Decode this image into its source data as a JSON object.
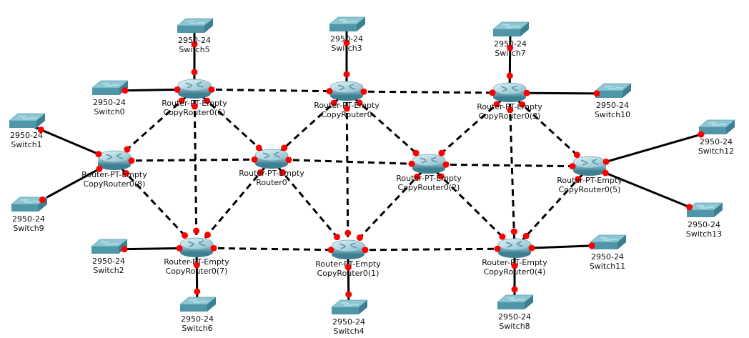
{
  "colors": {
    "link": "#000000",
    "port_dot": "#ff0000",
    "switch_top": "#8ec7d3",
    "switch_front": "#4f97a8",
    "router_body": "#7fb6c6"
  },
  "nodes": [
    {
      "id": "switch5",
      "type": "switch",
      "model": "2950-24",
      "name": "Switch5",
      "icon": "switch-icon"
    },
    {
      "id": "switch3",
      "type": "switch",
      "model": "2950-24",
      "name": "Switch3",
      "icon": "switch-icon"
    },
    {
      "id": "switch7",
      "type": "switch",
      "model": "2950-24",
      "name": "Switch7",
      "icon": "switch-icon"
    },
    {
      "id": "switch0",
      "type": "switch",
      "model": "2950-24",
      "name": "Switch0",
      "icon": "switch-icon"
    },
    {
      "id": "switch10",
      "type": "switch",
      "model": "2950-24",
      "name": "Switch10",
      "icon": "switch-icon"
    },
    {
      "id": "switch1",
      "type": "switch",
      "model": "2950-24",
      "name": "Switch1",
      "icon": "switch-icon"
    },
    {
      "id": "switch12",
      "type": "switch",
      "model": "2950-24",
      "name": "Switch12",
      "icon": "switch-icon"
    },
    {
      "id": "switch9",
      "type": "switch",
      "model": "2950-24",
      "name": "Switch9",
      "icon": "switch-icon"
    },
    {
      "id": "switch13",
      "type": "switch",
      "model": "2950-24",
      "name": "Switch13",
      "icon": "switch-icon"
    },
    {
      "id": "switch2",
      "type": "switch",
      "model": "2950-24",
      "name": "Switch2",
      "icon": "switch-icon"
    },
    {
      "id": "switch11",
      "type": "switch",
      "model": "2950-24",
      "name": "Switch11",
      "icon": "switch-icon"
    },
    {
      "id": "switch6",
      "type": "switch",
      "model": "2950-24",
      "name": "Switch6",
      "icon": "switch-icon"
    },
    {
      "id": "switch4",
      "type": "switch",
      "model": "2950-24",
      "name": "Switch4",
      "icon": "switch-icon"
    },
    {
      "id": "switch8",
      "type": "switch",
      "model": "2950-24",
      "name": "Switch8",
      "icon": "switch-icon"
    },
    {
      "id": "r6",
      "type": "router",
      "model": "Router-PT-Empty",
      "name": "CopyRouter0(6)",
      "icon": "router-icon"
    },
    {
      "id": "r0c",
      "type": "router",
      "model": "Router-PT-Empty",
      "name": "CopyRouter0",
      "icon": "router-icon"
    },
    {
      "id": "r3",
      "type": "router",
      "model": "Router-PT-Empty",
      "name": "CopyRouter0(3)",
      "icon": "router-icon"
    },
    {
      "id": "r8",
      "type": "router",
      "model": "Router-PT-Empty",
      "name": "CopyRouter0(8)",
      "icon": "router-icon"
    },
    {
      "id": "router0",
      "type": "router",
      "model": "Router-PT-Empty",
      "name": "Router0",
      "icon": "router-icon"
    },
    {
      "id": "r2",
      "type": "router",
      "model": "Router-PT-Empty",
      "name": "CopyRouter0(2)",
      "icon": "router-icon"
    },
    {
      "id": "r5",
      "type": "router",
      "model": "Router-PT-Empty",
      "name": "CopyRouter0(5)",
      "icon": "router-icon"
    },
    {
      "id": "r7",
      "type": "router",
      "model": "Router-PT-Empty",
      "name": "CopyRouter0(7)",
      "icon": "router-icon"
    },
    {
      "id": "r1",
      "type": "router",
      "model": "Router-PT-Empty",
      "name": "CopyRouter0(1)",
      "icon": "router-icon"
    },
    {
      "id": "r4",
      "type": "router",
      "model": "Router-PT-Empty",
      "name": "CopyRouter0(4)",
      "icon": "router-icon"
    }
  ],
  "links": [
    {
      "a": "switch5",
      "b": "r6",
      "style": "solid"
    },
    {
      "a": "switch0",
      "b": "r6",
      "style": "solid"
    },
    {
      "a": "switch3",
      "b": "r0c",
      "style": "solid"
    },
    {
      "a": "switch7",
      "b": "r3",
      "style": "solid"
    },
    {
      "a": "switch10",
      "b": "r3",
      "style": "solid"
    },
    {
      "a": "switch1",
      "b": "r8",
      "style": "solid"
    },
    {
      "a": "switch9",
      "b": "r8",
      "style": "solid"
    },
    {
      "a": "switch12",
      "b": "r5",
      "style": "solid"
    },
    {
      "a": "switch13",
      "b": "r5",
      "style": "solid"
    },
    {
      "a": "switch2",
      "b": "r7",
      "style": "solid"
    },
    {
      "a": "switch6",
      "b": "r7",
      "style": "solid"
    },
    {
      "a": "switch4",
      "b": "r1",
      "style": "solid"
    },
    {
      "a": "switch8",
      "b": "r4",
      "style": "solid"
    },
    {
      "a": "switch11",
      "b": "r4",
      "style": "solid"
    },
    {
      "a": "r6",
      "b": "r0c",
      "style": "dashed"
    },
    {
      "a": "r0c",
      "b": "r3",
      "style": "dashed"
    },
    {
      "a": "r6",
      "b": "r8",
      "style": "dashed"
    },
    {
      "a": "r6",
      "b": "router0",
      "style": "dashed"
    },
    {
      "a": "r6",
      "b": "r7",
      "style": "dashed"
    },
    {
      "a": "r0c",
      "b": "router0",
      "style": "dashed"
    },
    {
      "a": "r0c",
      "b": "r2",
      "style": "dashed"
    },
    {
      "a": "r0c",
      "b": "r1",
      "style": "dashed"
    },
    {
      "a": "r3",
      "b": "r2",
      "style": "dashed"
    },
    {
      "a": "r3",
      "b": "r5",
      "style": "dashed"
    },
    {
      "a": "r3",
      "b": "r4",
      "style": "dashed"
    },
    {
      "a": "r8",
      "b": "router0",
      "style": "dashed"
    },
    {
      "a": "r8",
      "b": "r7",
      "style": "dashed"
    },
    {
      "a": "router0",
      "b": "r2",
      "style": "dashed"
    },
    {
      "a": "r2",
      "b": "r5",
      "style": "dashed"
    },
    {
      "a": "router0",
      "b": "r7",
      "style": "dashed"
    },
    {
      "a": "router0",
      "b": "r1",
      "style": "dashed"
    },
    {
      "a": "r2",
      "b": "r1",
      "style": "dashed"
    },
    {
      "a": "r2",
      "b": "r4",
      "style": "dashed"
    },
    {
      "a": "r5",
      "b": "r4",
      "style": "dashed"
    },
    {
      "a": "r7",
      "b": "r1",
      "style": "dashed"
    },
    {
      "a": "r1",
      "b": "r4",
      "style": "dashed"
    }
  ]
}
